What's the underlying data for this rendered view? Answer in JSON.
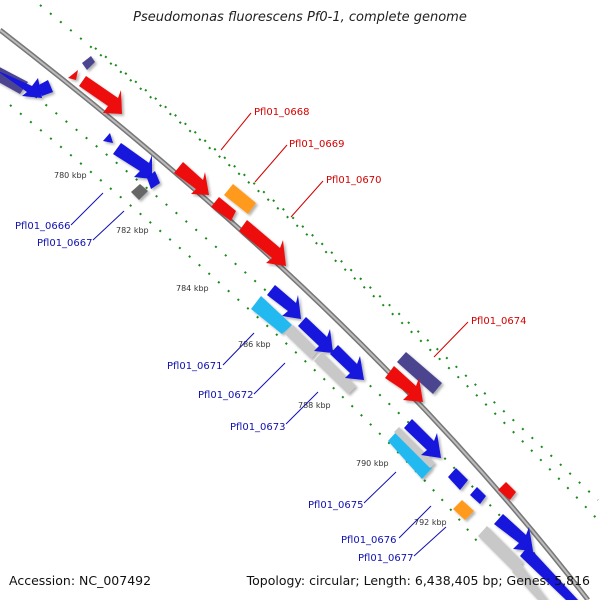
{
  "title": "Pseudomonas fluorescens Pf0-1, complete genome",
  "footer": {
    "accession": "Accession: NC_007492",
    "summary": "Topology: circular; Length: 6,438,405 bp; Genes: 5,816"
  },
  "colors": {
    "backbone": "#8a8a8a",
    "tick": "#1a8a1a",
    "label_forward": "#d40000",
    "label_reverse": "#1010b0",
    "gene_red": "#ee1111",
    "gene_blue": "#1212dd",
    "gene_purple": "#4b4490",
    "gene_orange": "#ff9a1a",
    "gene_gray": "#666666",
    "gene_silver": "#c8c8c8",
    "gene_cyan": "#22b8f0"
  },
  "scale_labels": [
    "780 kbp",
    "782 kbp",
    "784 kbp",
    "786 kbp",
    "788 kbp",
    "790 kbp",
    "792 kbp"
  ],
  "gene_labels": {
    "forward": [
      "Pfl01_0668",
      "Pfl01_0669",
      "Pfl01_0670",
      "Pfl01_0674"
    ],
    "reverse": [
      "Pfl01_0666",
      "Pfl01_0667",
      "Pfl01_0671",
      "Pfl01_0672",
      "Pfl01_0673",
      "Pfl01_0675",
      "Pfl01_0676",
      "Pfl01_0677"
    ]
  }
}
